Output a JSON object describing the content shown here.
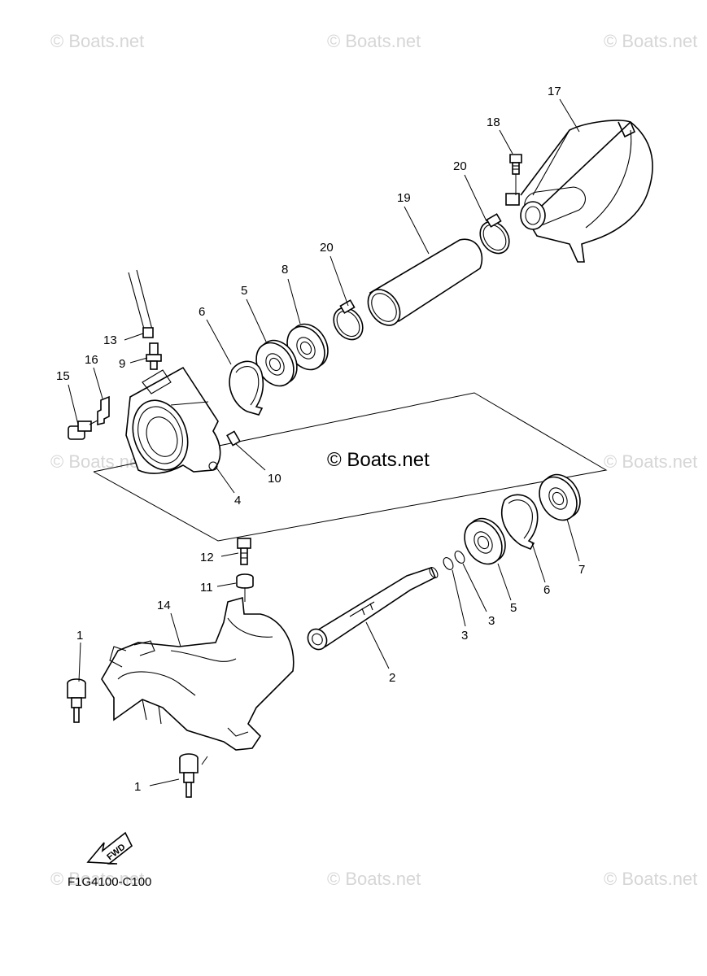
{
  "watermarks": {
    "corner": "© Boats.net",
    "center": "© Boats.net"
  },
  "diagram_code": "F1G4100-C100",
  "fwd_label": "FWD",
  "callouts": {
    "c17": "17",
    "c18": "18",
    "c20a": "20",
    "c19": "19",
    "c20b": "20",
    "c8": "8",
    "c5a": "5",
    "c6a": "6",
    "c13": "13",
    "c16": "16",
    "c9": "9",
    "c15": "15",
    "c10": "10",
    "c4": "4",
    "c12": "12",
    "c11": "11",
    "c14": "14",
    "c1a": "1",
    "c1b": "1",
    "c2": "2",
    "c3a": "3",
    "c3b": "3",
    "c5b": "5",
    "c6b": "6",
    "c7": "7"
  },
  "colors": {
    "line": "#000000",
    "watermark": "#d6d6d6"
  }
}
